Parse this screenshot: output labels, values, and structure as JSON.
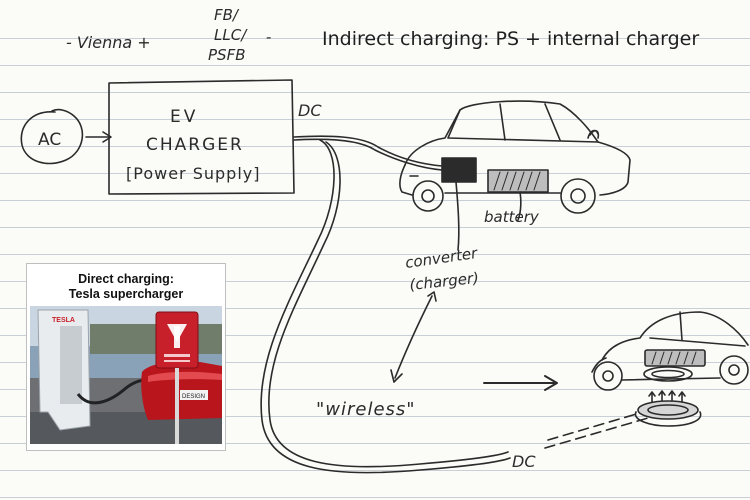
{
  "typed_title": "Indirect charging: PS + internal charger",
  "handwritten": {
    "options_top": "FB/",
    "options_mid_left": "- Vienna +",
    "options_mid": "LLC/",
    "options_dash": "-",
    "options_bottom": "PSFB",
    "ac_label": "AC",
    "charger_line1": "EV",
    "charger_line2": "CHARGER",
    "charger_line3": "[Power Supply]",
    "dc_top": "DC",
    "battery_label": "battery",
    "converter_line1": "converter",
    "converter_line2": "(charger)",
    "wireless_label": "\"wireless\"",
    "dc_bottom": "DC"
  },
  "photo_card": {
    "caption_line1": "Direct charging:",
    "caption_line2": "Tesla supercharger",
    "sign_brand": "TESLA",
    "plate_text": "DESIGN"
  },
  "colors": {
    "ink": "#2b2b2b",
    "tesla_red": "#c8202a",
    "paper": "#fbfbf8"
  }
}
